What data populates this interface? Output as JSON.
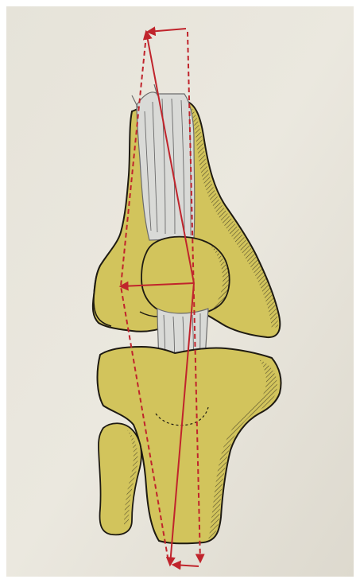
{
  "figure": {
    "description_kind": "anatomical knee diagram with force-vector arrows",
    "text_labels": []
  },
  "colors": {
    "paper": "#e8e5dc",
    "paper_shadow": "#d6d2c7",
    "bone_fill": "#d2c45c",
    "bone_outline": "#1e1a12",
    "hatch": "#2a251a",
    "tendon_fill": "#d9dad7",
    "tendon_stroke": "#6b6b6b",
    "arrow": "#c0242c"
  },
  "arrows": {
    "count": 6,
    "style": [
      "solid",
      "dashed"
    ]
  }
}
